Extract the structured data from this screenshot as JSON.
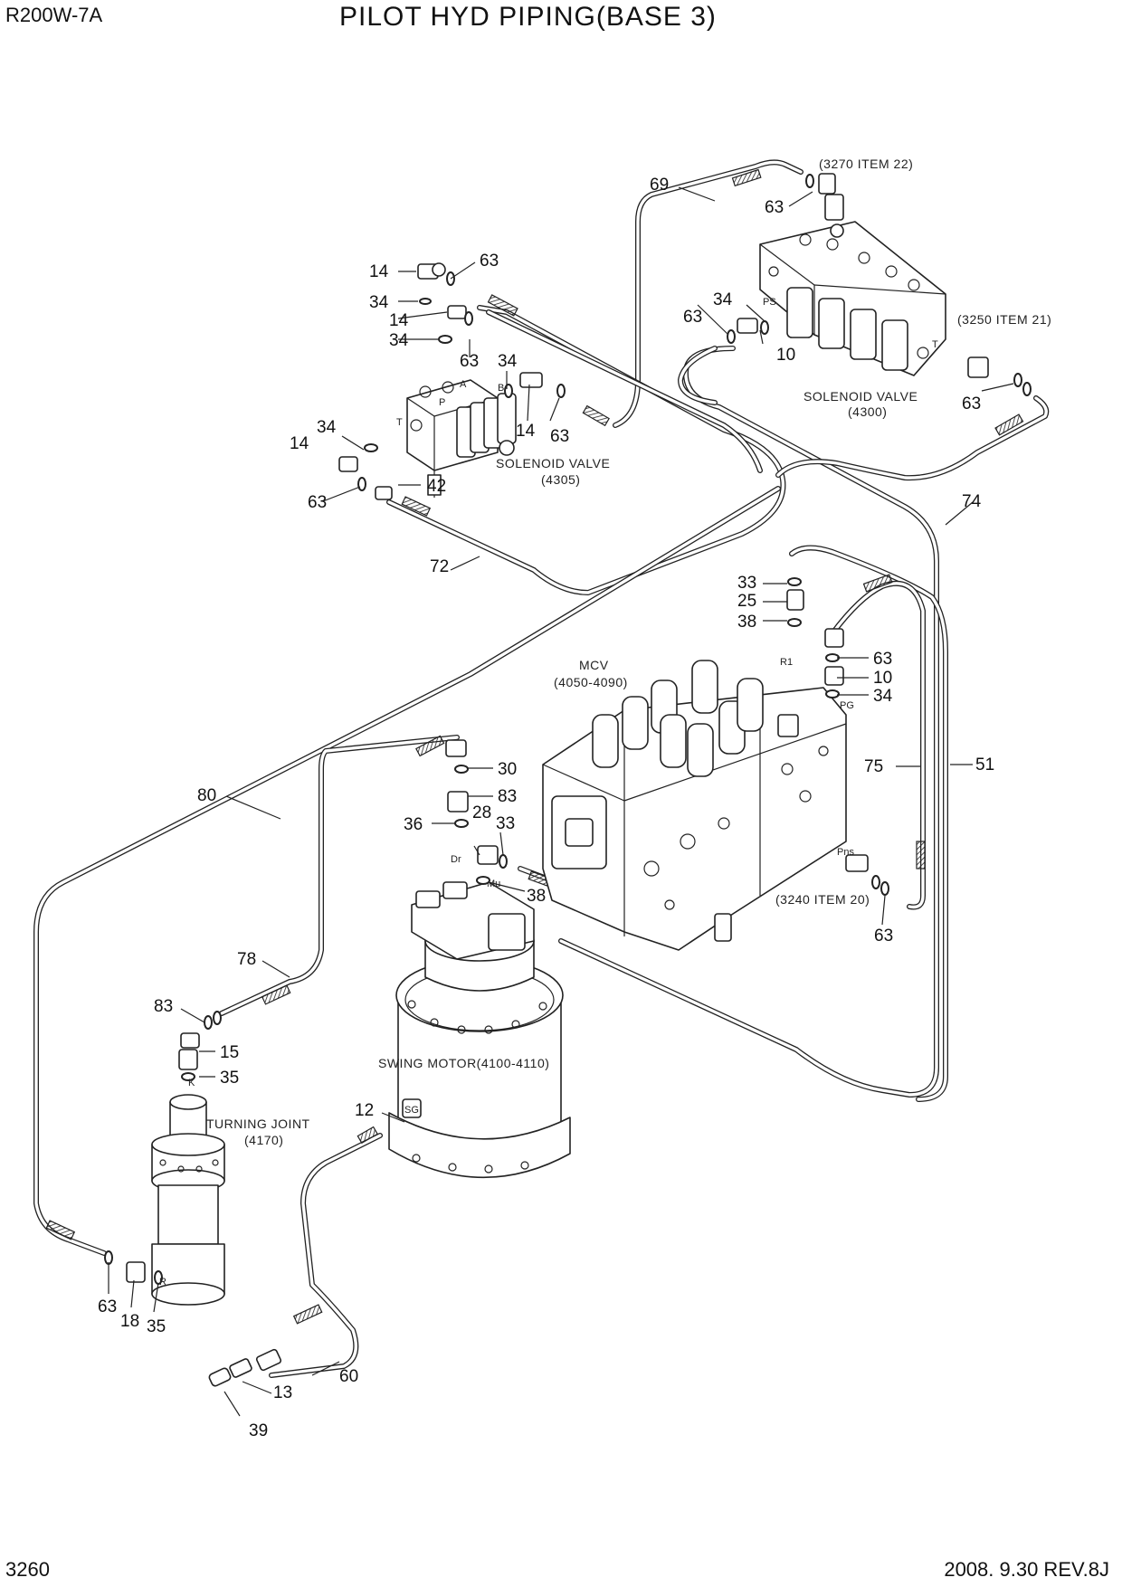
{
  "header": {
    "model": "R200W-7A",
    "title": "PILOT HYD PIPING(BASE 3)"
  },
  "footer": {
    "page_number": "3260",
    "revision": "2008. 9.30  REV.8J"
  },
  "components": {
    "solenoid_valve_4305": {
      "name": "SOLENOID VALVE",
      "code": "(4305)"
    },
    "solenoid_valve_4300": {
      "name": "SOLENOID VALVE",
      "code": "(4300)"
    },
    "mcv": {
      "name": "MCV",
      "code": "(4050-4090)"
    },
    "swing_motor": {
      "name": "SWING MOTOR(4100-4110)"
    },
    "turning_joint": {
      "name": "TURNING JOINT",
      "code": "(4170)"
    }
  },
  "references": {
    "ref_3270": "(3270 ITEM 22)",
    "ref_3250": "(3250 ITEM 21)",
    "ref_3240": "(3240 ITEM 20)"
  },
  "port_labels": {
    "p1": "P",
    "a": "A",
    "b": "B",
    "t1": "T",
    "ps": "PS",
    "t2": "T",
    "r1": "R1",
    "pg": "PG",
    "pns": "Pns",
    "dr": "Dr",
    "mu": "Mu",
    "sg": "SG",
    "k": "K",
    "r": "R"
  },
  "part_numbers": {
    "c1": "69",
    "c2": "63",
    "c3": "14",
    "c4": "63",
    "c5": "34",
    "c6": "14",
    "c7": "34",
    "c8": "63",
    "c9": "34",
    "c10": "34",
    "c11": "63",
    "c12": "10",
    "c13": "63",
    "c14": "14",
    "c15": "63",
    "c16": "34",
    "c17": "14",
    "c18": "42",
    "c19": "63",
    "c20": "63",
    "c21": "74",
    "c22": "72",
    "c23": "33",
    "c24": "25",
    "c25": "38",
    "c26": "63",
    "c27": "10",
    "c28": "34",
    "c29": "80",
    "c30": "30",
    "c31": "83",
    "c32": "28",
    "c33": "33",
    "c34": "36",
    "c35": "38",
    "c36": "75",
    "c37": "51",
    "c38": "63",
    "c39": "78",
    "c40": "83",
    "c41": "15",
    "c42": "35",
    "c43": "12",
    "c44": "63",
    "c45": "18",
    "c46": "35",
    "c47": "60",
    "c48": "13",
    "c49": "39"
  }
}
